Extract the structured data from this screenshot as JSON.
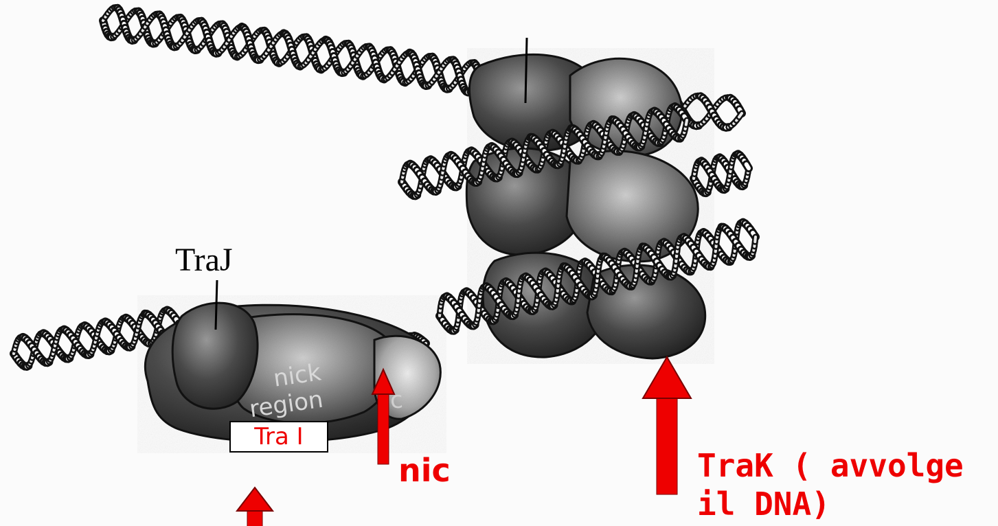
{
  "labels": {
    "traj": "TraJ",
    "trai": "Tra I",
    "nic": "nic",
    "trak": "TraK ( avvolge il DNA)"
  },
  "embedded_text": {
    "nick": "nick",
    "region": "region",
    "c": "c"
  },
  "colors": {
    "annotation_red": "#ee0000",
    "protein_dark": "#2e2e2e",
    "protein_light": "#8a8a8a",
    "dna_stroke": "#111111"
  }
}
